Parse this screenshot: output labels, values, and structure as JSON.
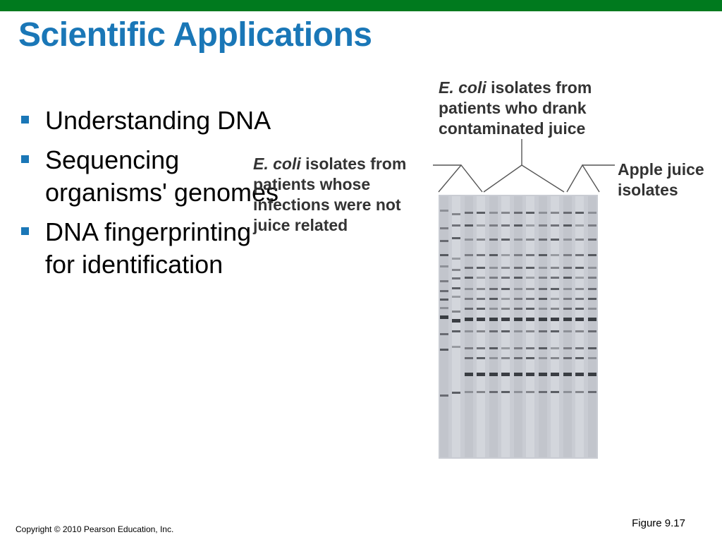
{
  "slide": {
    "title": "Scientific Applications",
    "bullets": [
      {
        "label": "Understanding DNA"
      },
      {
        "label": "Sequencing organisms' genomes"
      },
      {
        "label": "DNA fingerprinting for identification"
      }
    ],
    "figure": {
      "labels": {
        "group1": {
          "italic": "E. coli",
          "rest": " isolates from patients who drank contaminated juice"
        },
        "group2": {
          "italic": "E. coli",
          "rest": " isolates from patients whose infections were not juice related"
        },
        "group3": {
          "text": "Apple juice isolates"
        }
      },
      "caption": "Figure 9.17"
    },
    "footer": {
      "copyright": "Copyright © 2010 Pearson Education, Inc."
    },
    "colors": {
      "top_bar": "#007a1e",
      "title": "#1a77b7",
      "bullet_marker": "#1a77b7",
      "gel_background": "#c9ccd3",
      "band": "#2a2d33"
    }
  }
}
